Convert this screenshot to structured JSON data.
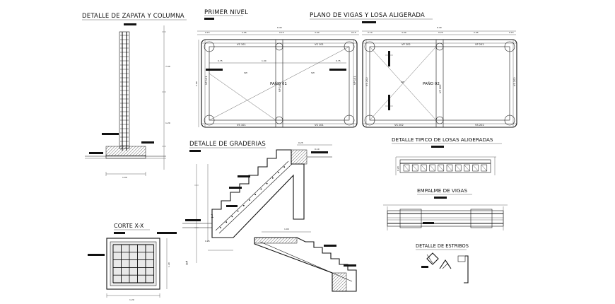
{
  "titles": {
    "zapata": "DETALLE DE ZAPATA Y COLUMNA",
    "primer_nivel": "PRIMER NIVEL",
    "plano_vigas": "PLANO DE VIGAS Y LOSA ALIGERADA",
    "graderias": "DETALLE DE GRADERIAS",
    "losas_tipico": "DETALLE TIPICO DE LOSAS ALIGERADAS",
    "empalme": "EMPALME DE VIGAS",
    "estribos": "DETALLE DE ESTRIBOS",
    "corte": "CORTE X-X"
  },
  "plan1": {
    "pano": "PAÑO 01",
    "beams_top": [
      "VS 101",
      "VS 101"
    ],
    "beams_bottom": [
      "VS 101",
      "VS 101"
    ],
    "beams_left": "VP 101",
    "beams_mid": "VP 102",
    "beams_right": "VP 101",
    "dims_top": [
      "6.40",
      "0.15",
      "2.95",
      "0.15",
      "3.00",
      "0.15"
    ],
    "dims_inner": [
      "0.75",
      "1.00",
      "0.75"
    ],
    "side_dim": "3.90"
  },
  "plan2": {
    "pano": "PAÑO 02",
    "beams_top": [
      "VP 202",
      "VP 202"
    ],
    "beams_bottom": [
      "VS 202",
      "VS 202"
    ],
    "beams_left": "VS 202",
    "beams_mid": "VP 202",
    "beams_right": "VS 202",
    "dims_top": [
      "6.40",
      "0.10",
      "3.00",
      "0.25",
      "2.95",
      "0.15"
    ]
  },
  "zapata_dims": [
    "7.00",
    "1.00"
  ],
  "stair_dims": [
    "0.25",
    "0.10",
    "1.00"
  ],
  "corte_dim": "1.20",
  "marker": "1"
}
